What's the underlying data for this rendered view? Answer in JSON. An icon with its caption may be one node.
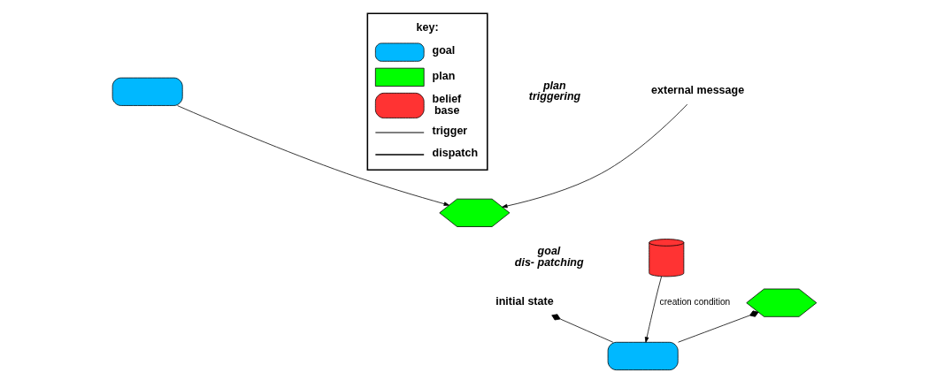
{
  "diagram": {
    "nodes": [
      {
        "text": [],
        "shape": "capsule"
      },
      {
        "text": [],
        "shape": "hexagon"
      },
      {
        "text": [
          "external message"
        ]
      },
      {
        "text": [],
        "shape": "cylinder"
      },
      {
        "text": [
          "initial state"
        ]
      },
      {
        "text": [],
        "shape": "capsule"
      },
      {
        "text": [],
        "shape": "hexagon"
      }
    ],
    "edges": [
      {
        "from": 0,
        "to": 1,
        "arrow": "to"
      },
      {
        "from": 2,
        "to": 1,
        "arrow": "to"
      },
      {
        "from": 3,
        "to": 5,
        "arrow": "to",
        "label": "creation condition"
      },
      {
        "from": 4,
        "to": 5,
        "arrow": "other"
      },
      {
        "from": 6,
        "to": 5,
        "arrow": "other"
      }
    ],
    "labels": [
      "plan triggering",
      "goal dis- patching",
      "key:"
    ],
    "legend": [
      {
        "text": "goal"
      },
      {
        "text": "plan"
      },
      {
        "text": "belief base"
      },
      {
        "text": "trigger"
      },
      {
        "text": "dispatch"
      }
    ]
  }
}
